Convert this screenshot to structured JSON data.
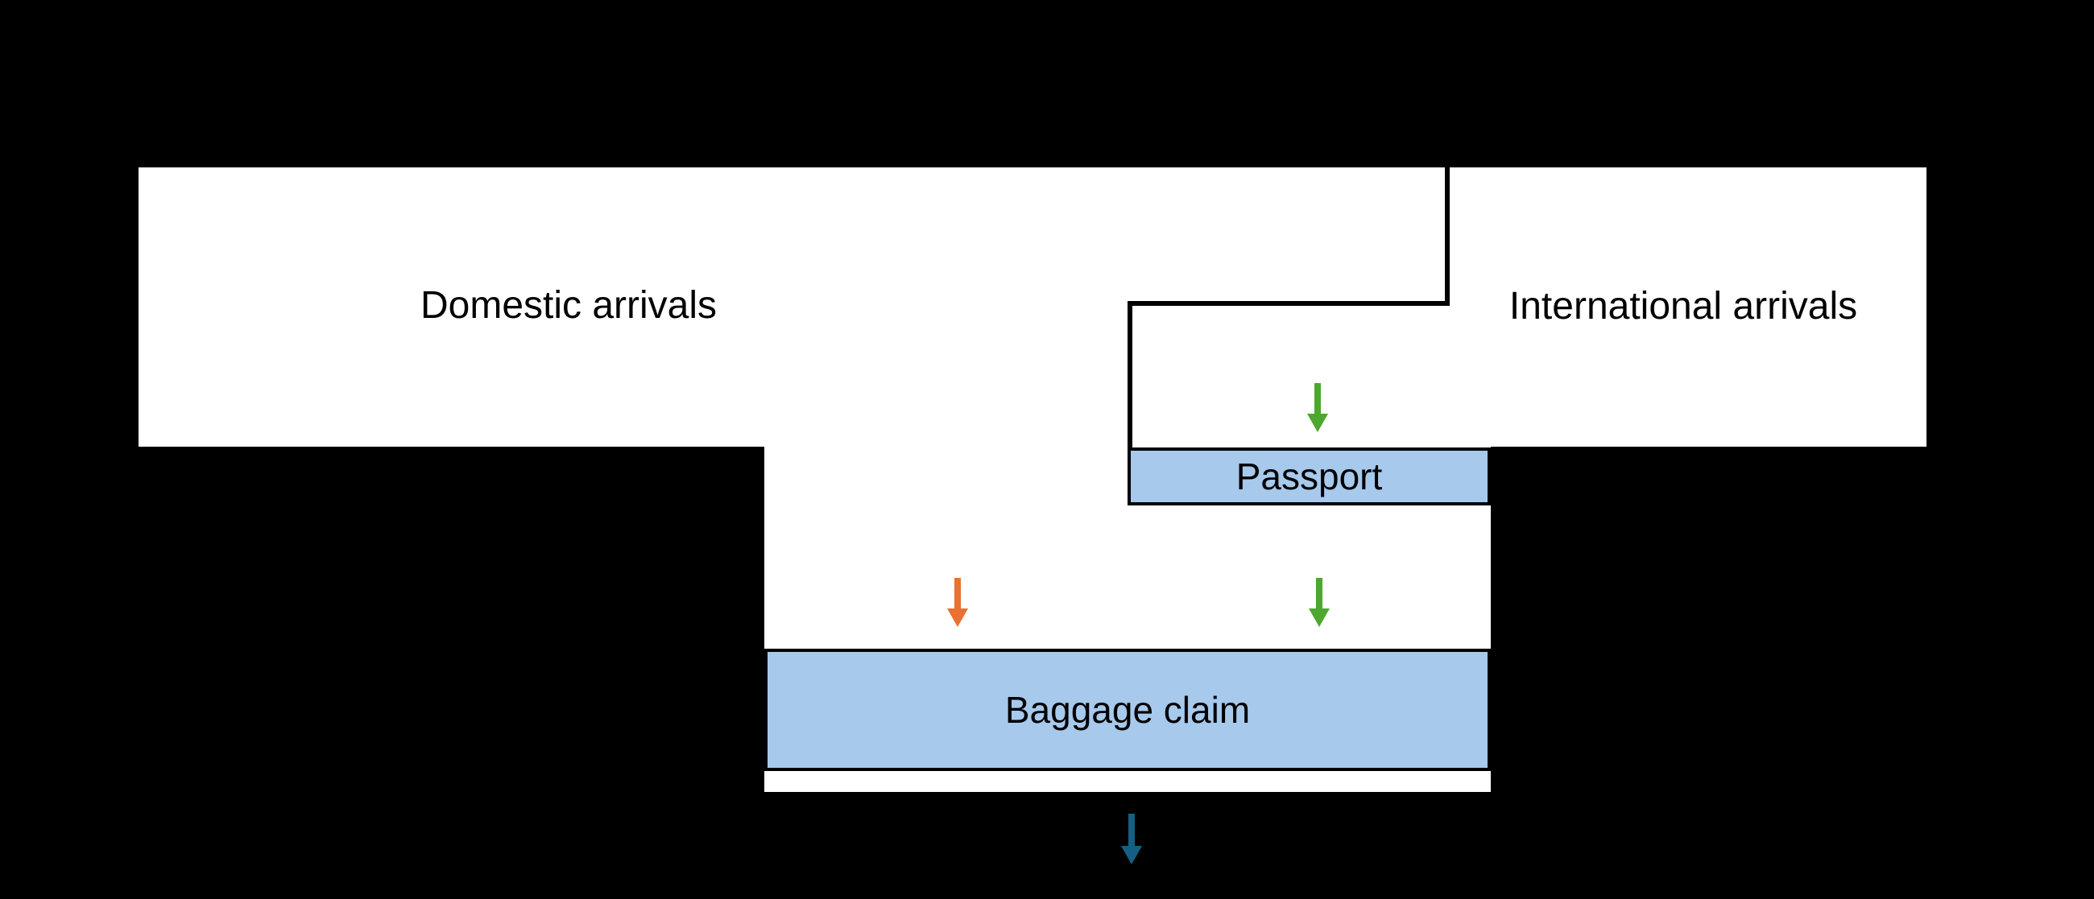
{
  "labels": {
    "domestic": "Domestic arrivals",
    "international": "International arrivals",
    "passport": "Passport",
    "baggage": "Baggage claim"
  },
  "colors": {
    "background": "#000000",
    "terminal_fill": "#ffffff",
    "wall": "#000000",
    "checkpoint_fill": "#a6c9ec",
    "checkpoint_border": "#000000",
    "label_text": "#000000",
    "arrow_green": "#4ea72e",
    "arrow_orange": "#e97132",
    "arrow_blue": "#156082"
  },
  "arrows": [
    {
      "id": "international-to-passport",
      "direction": "down",
      "color": "#4ea72e"
    },
    {
      "id": "passport-to-baggage",
      "direction": "down",
      "color": "#4ea72e"
    },
    {
      "id": "domestic-to-baggage",
      "direction": "down",
      "color": "#e97132"
    },
    {
      "id": "baggage-to-exit",
      "direction": "down",
      "color": "#156082"
    }
  ]
}
